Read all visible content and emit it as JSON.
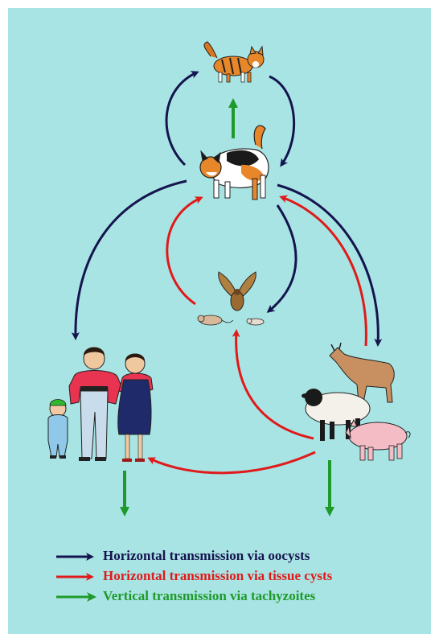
{
  "colors": {
    "background": "#a9e4e4",
    "oocysts": "#14144e",
    "tissue_cysts": "#e01a1a",
    "tachyzoites": "#1f9a2a"
  },
  "nodes": {
    "kitten": "kitten-icon",
    "adult_cat": "cat-icon",
    "prey": "mouse-and-bird-icon",
    "humans": "human-family-icon",
    "livestock": "goat-sheep-pig-icon"
  },
  "legend": [
    {
      "label": "Horizontal transmission via oocysts",
      "color": "#14144e"
    },
    {
      "label": "Horizontal transmission via tissue cysts",
      "color": "#e01a1a"
    },
    {
      "label": "Vertical transmission via tachyzoites",
      "color": "#1f9a2a"
    }
  ]
}
